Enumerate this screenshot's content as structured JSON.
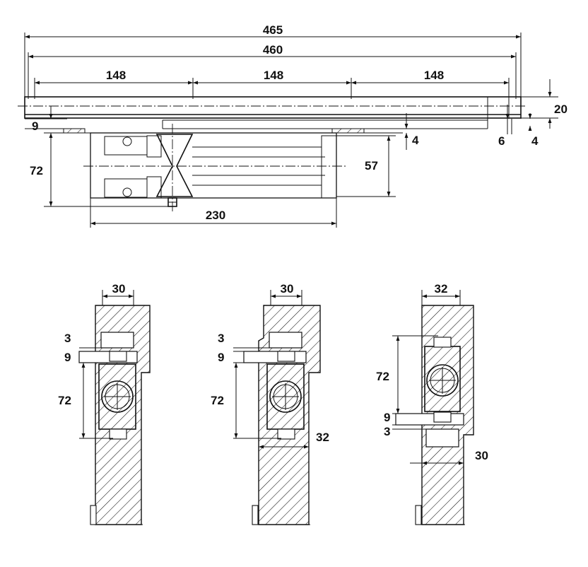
{
  "dimensions": {
    "top_view": {
      "overall_length": "465",
      "rail_length": "460",
      "segment_left": "148",
      "segment_middle": "148",
      "segment_right": "148",
      "height_right": "20",
      "offset_left": "9",
      "gap_center": "4",
      "end_offset_a": "6",
      "end_offset_b": "4",
      "body_height": "72",
      "mount_height": "57",
      "body_length": "230"
    },
    "section_a": {
      "width_top": "30",
      "gap": "3",
      "offset": "9",
      "body_height": "72"
    },
    "section_b": {
      "width_top": "30",
      "gap": "3",
      "offset": "9",
      "body_height": "72",
      "width_bottom": "32"
    },
    "section_c": {
      "width_top": "32",
      "body_height": "72",
      "offset": "9",
      "gap": "3",
      "width_bottom": "30"
    }
  },
  "colors": {
    "line": "#111111",
    "background": "#ffffff"
  }
}
